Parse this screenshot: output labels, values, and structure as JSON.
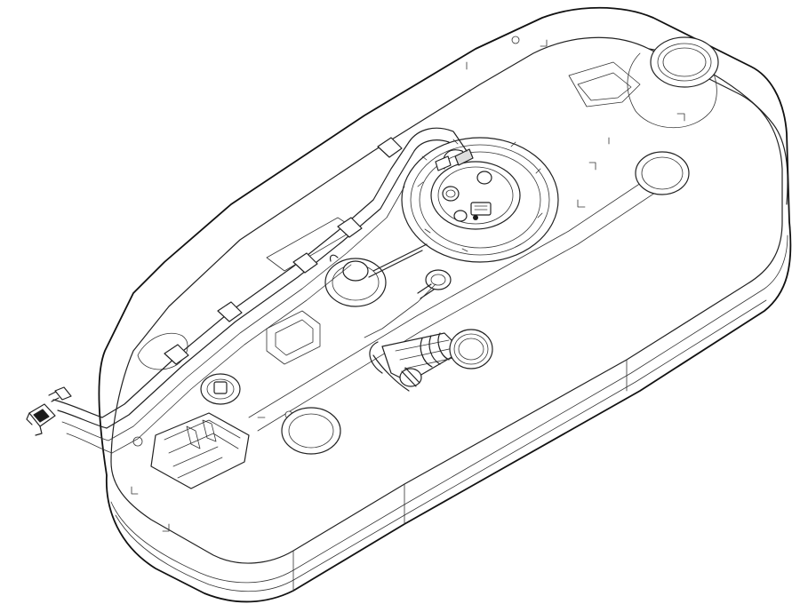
{
  "figure": {
    "subject": "fuel-tank-assembly",
    "style": "isometric-line-drawing",
    "colors": {
      "background": "#ffffff",
      "ink": "#222222"
    }
  },
  "components": {
    "tank_body": "tank-body",
    "fuel_pump_module": "fuel-pump-module",
    "filler_neck": "filler-neck",
    "vent_valve": "vent-valve",
    "fuel_lines": "fuel-lines",
    "connector": "line-connector",
    "sender_caps": "sender-caps"
  }
}
